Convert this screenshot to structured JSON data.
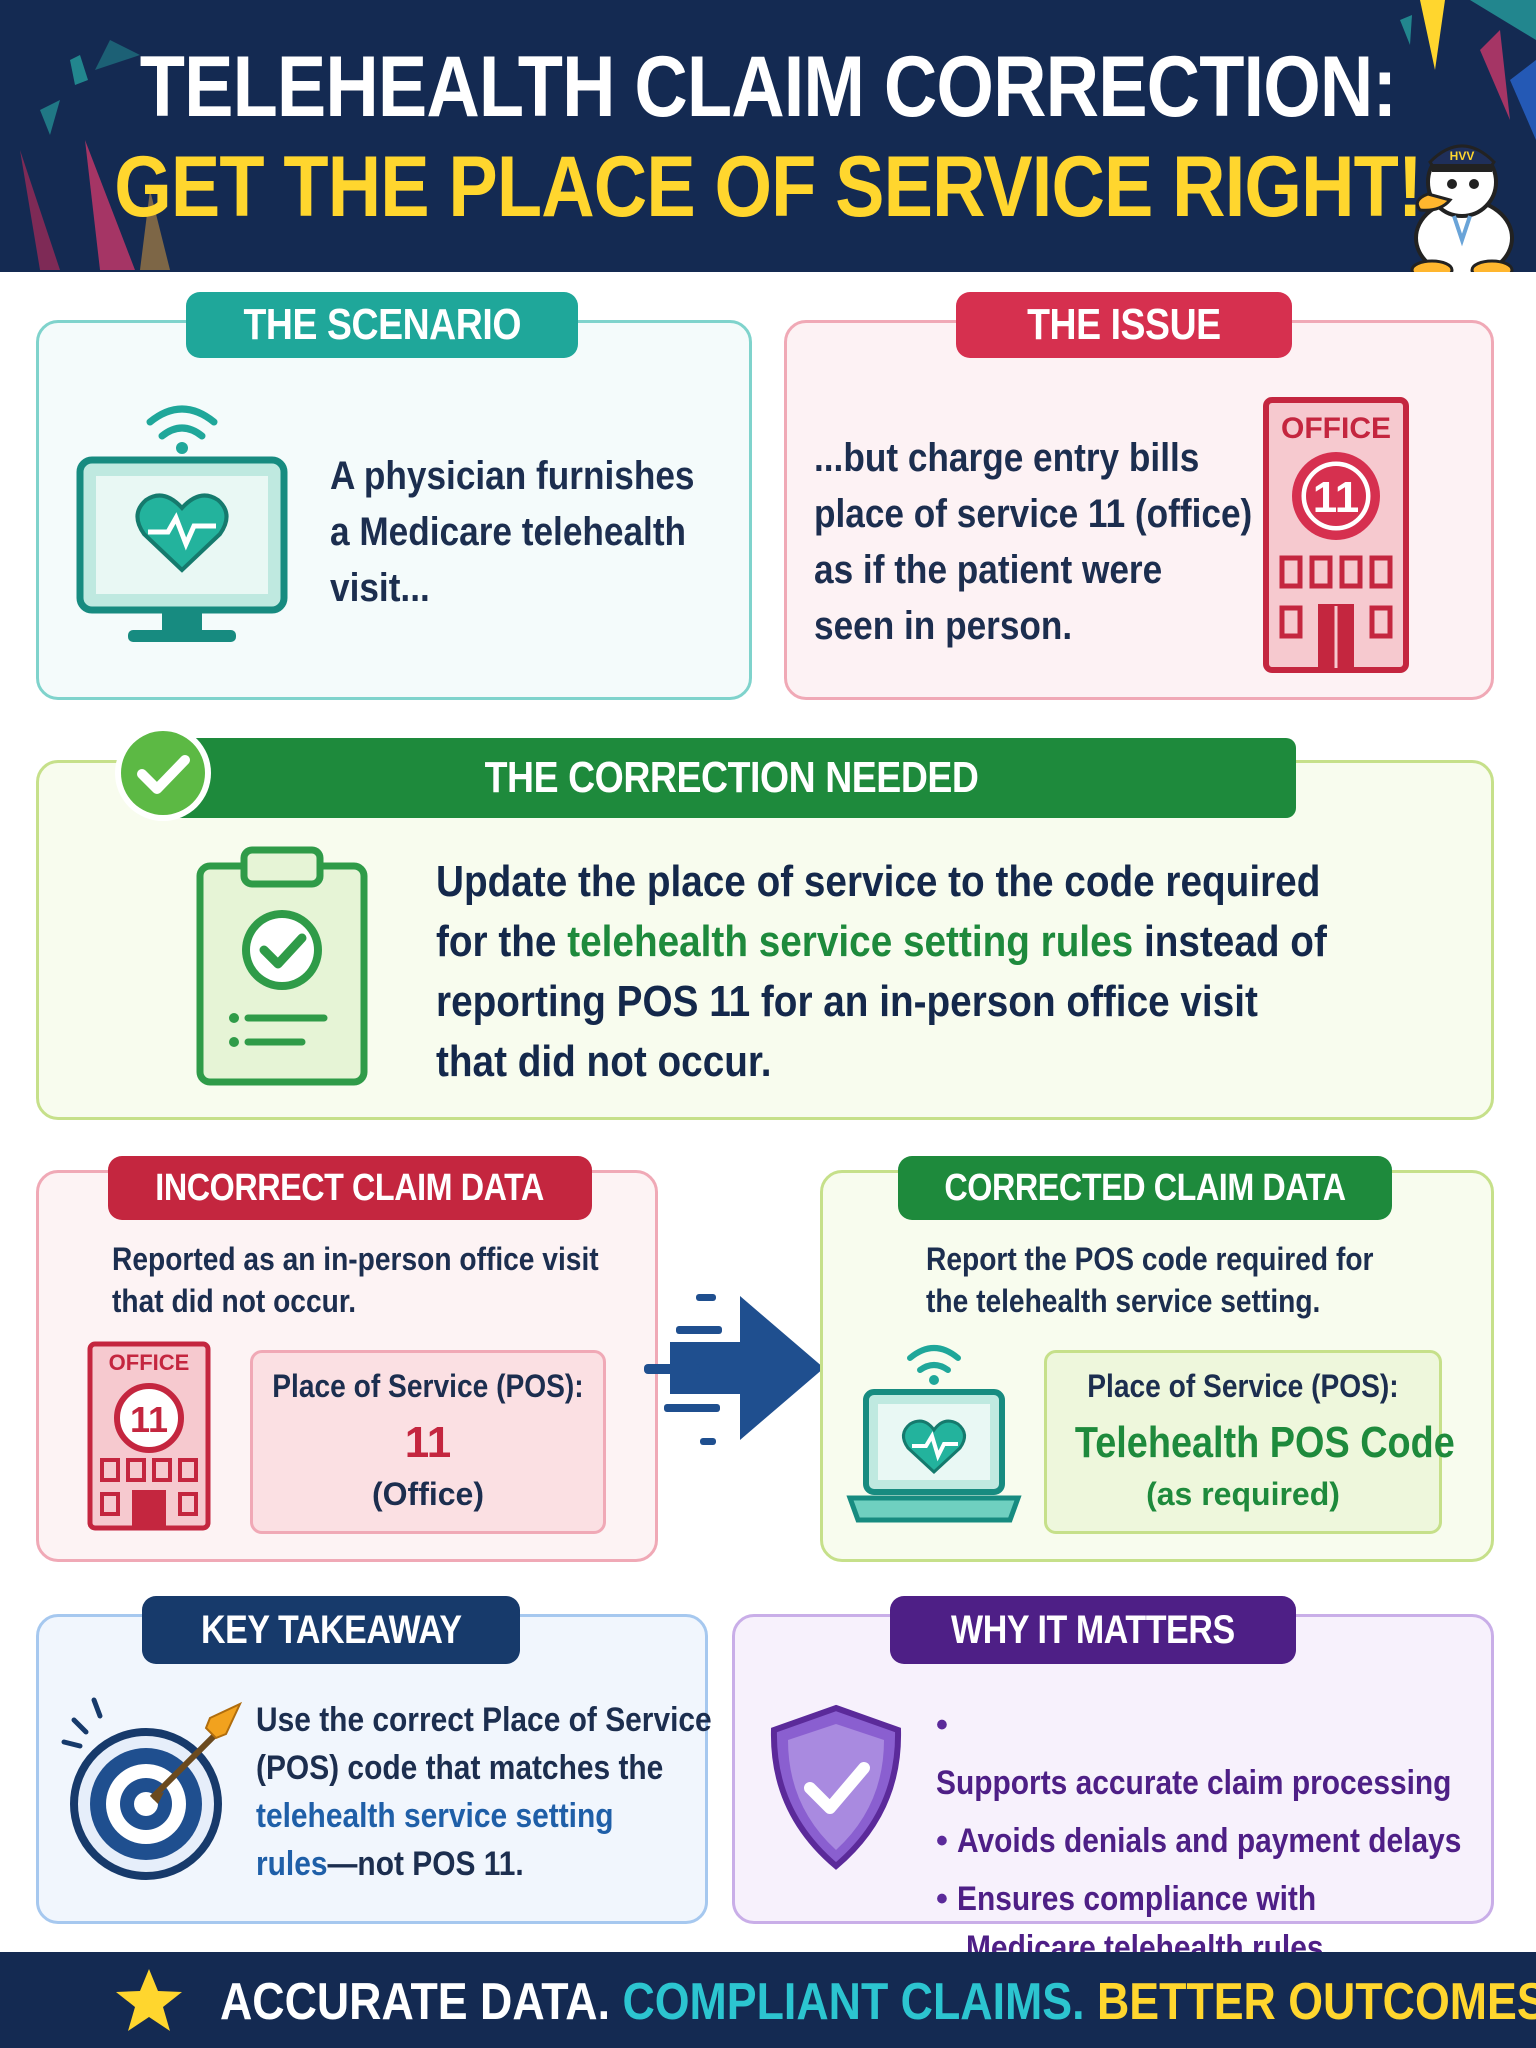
{
  "header": {
    "title_line1": "TELEHEALTH CLAIM CORRECTION:",
    "title_line2": "GET THE PLACE OF SERVICE RIGHT!",
    "mascot_hat_text": "HVV"
  },
  "scenario": {
    "tab": "THE SCENARIO",
    "lines": [
      "A physician furnishes",
      "a Medicare telehealth",
      "visit..."
    ]
  },
  "issue": {
    "tab": "THE ISSUE",
    "lines": [
      "...but charge entry bills",
      "place of service 11 (office)",
      "as if the patient were",
      "seen in person."
    ],
    "building_sign": "OFFICE",
    "building_number": "11"
  },
  "correction": {
    "tab": "THE CORRECTION NEEDED",
    "line1": "Update the place of service to the code required",
    "line2_pre": "for the",
    "line2_highlight": "telehealth service setting rules",
    "line2_post": "instead of",
    "line3": "reporting POS 11 for an in-person office visit",
    "line4": "that did not occur."
  },
  "incorrect": {
    "tab": "INCORRECT CLAIM DATA",
    "desc_lines": [
      "Reported as an in-person office visit",
      "that did not occur."
    ],
    "building_sign": "OFFICE",
    "building_number": "11",
    "pos_label": "Place of Service (POS):",
    "pos_value": "11",
    "pos_note": "(Office)"
  },
  "corrected": {
    "tab": "CORRECTED CLAIM DATA",
    "desc_lines": [
      "Report the POS code required for",
      "the telehealth service setting."
    ],
    "pos_label": "Place of Service (POS):",
    "pos_value": "Telehealth POS Code",
    "pos_note": "(as required)"
  },
  "takeaway": {
    "tab": "KEY TAKEAWAY",
    "line1": "Use the correct Place of Service",
    "line2": "(POS) code that matches the",
    "line3_highlight": "telehealth service setting",
    "line4_highlight": "rules",
    "line4_post": "—not POS 11."
  },
  "matters": {
    "tab": "WHY IT MATTERS",
    "bullets": [
      "Supports accurate claim processing",
      "Avoids denials and payment delays",
      "Ensures compliance with"
    ],
    "bullet3_cont": "Medicare telehealth rules"
  },
  "footer": {
    "part1": "ACCURATE DATA.",
    "part2": "COMPLIANT CLAIMS.",
    "part3": "BETTER OUTCOMES."
  },
  "colors": {
    "navy": "#142a52",
    "yellow": "#ffd62e",
    "teal": "#1fa79a",
    "red": "#d6304f",
    "green": "#1e8a3c",
    "purple": "#5b2a9a",
    "blue_tab": "#173a6b"
  },
  "icons": [
    "wifi-icon",
    "monitor-heart-icon",
    "office-building-icon",
    "check-circle-icon",
    "clipboard-check-icon",
    "arrow-right-icon",
    "laptop-heart-icon",
    "target-icon",
    "shield-check-icon",
    "star-icon",
    "duck-mascot-icon"
  ]
}
